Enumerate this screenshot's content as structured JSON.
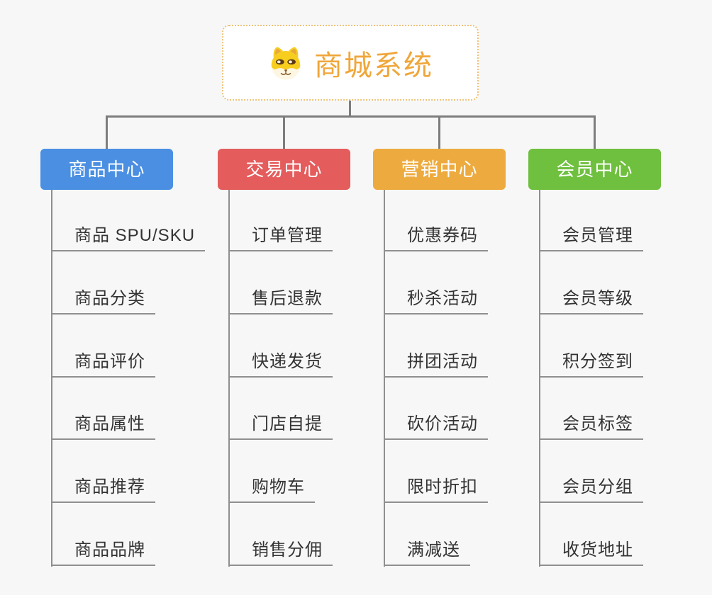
{
  "root": {
    "title": "商城系统",
    "icon": "shiba-dog-icon",
    "text_color": "#f0a63a",
    "border_color": "#eec277",
    "background": "#ffffff"
  },
  "branches": [
    {
      "label": "商品中心",
      "color": "#4a8fe2",
      "children": [
        "商品 SPU/SKU",
        "商品分类",
        "商品评价",
        "商品属性",
        "商品推荐",
        "商品品牌"
      ]
    },
    {
      "label": "交易中心",
      "color": "#e45c5c",
      "children": [
        "订单管理",
        "售后退款",
        "快递发货",
        "门店自提",
        "购物车",
        "销售分佣"
      ]
    },
    {
      "label": "营销中心",
      "color": "#edab3f",
      "children": [
        "优惠券码",
        "秒杀活动",
        "拼团活动",
        "砍价活动",
        "限时折扣",
        "满减送"
      ]
    },
    {
      "label": "会员中心",
      "color": "#6ec03e",
      "children": [
        "会员管理",
        "会员等级",
        "积分签到",
        "会员标签",
        "会员分组",
        "收货地址"
      ]
    }
  ],
  "colors": {
    "page_background": "#f7f7f7",
    "connector": "#7d7d7d",
    "underline": "#8f8f8f",
    "item_text": "#333333"
  }
}
